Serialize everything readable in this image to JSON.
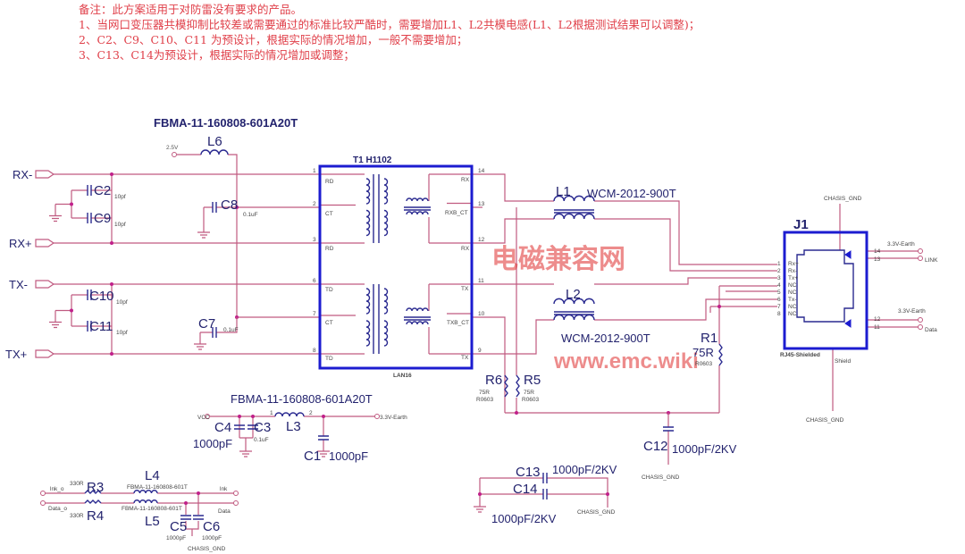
{
  "notes": [
    "备注：此方案适用于对防雷没有要求的产品。",
    "1、当网口变压器共模抑制比较差或需要通过的标准比较严酷时，需要增加L1、L2共模电感(L1、L2根据测试结果可以调整)；",
    "2、C2、C9、C10、C11 为预设计，根据实际的情况增加，一般不需要增加；",
    "3、C13、C14为预设计，根据实际的情况增加或调整；"
  ],
  "ports": {
    "rx_minus": "RX-",
    "rx_plus": "RX+",
    "tx_minus": "TX-",
    "tx_plus": "TX+"
  },
  "bead_part_top": "FBMA-11-160808-601A20T",
  "bead_part_mid": "FBMA-11-160808-601A20T",
  "l6": {
    "ref": "L6",
    "net": "2.5V"
  },
  "caps_left": [
    {
      "ref": "C2",
      "value": "10pf"
    },
    {
      "ref": "C9",
      "value": "10pf"
    },
    {
      "ref": "C10",
      "value": "10pf"
    },
    {
      "ref": "C11",
      "value": "10pf"
    },
    {
      "ref": "C8",
      "value": "0.1uF"
    },
    {
      "ref": "C7",
      "value": "0.1uF"
    }
  ],
  "t1": {
    "ref": "T1  H1102",
    "footprint": "LAN16",
    "left_pins": [
      {
        "num": "1",
        "name": "RD"
      },
      {
        "num": "2",
        "name": "CT"
      },
      {
        "num": "3",
        "name": "RD"
      },
      {
        "num": "6",
        "name": "TD"
      },
      {
        "num": "7",
        "name": "CT"
      },
      {
        "num": "8",
        "name": "TD"
      }
    ],
    "right_pins": [
      {
        "num": "14",
        "name": "RX"
      },
      {
        "num": "13",
        "name": "RXB_CT"
      },
      {
        "num": "12",
        "name": "RX"
      },
      {
        "num": "11",
        "name": "TX"
      },
      {
        "num": "10",
        "name": "TXB_CT"
      },
      {
        "num": "9",
        "name": "TX"
      }
    ]
  },
  "l1": {
    "ref": "L1",
    "part": "WCM-2012-900T"
  },
  "l2": {
    "ref": "L2",
    "part": "WCM-2012-900T"
  },
  "r1": {
    "ref": "R1",
    "value": "75R",
    "pkg": "R0603"
  },
  "r6": {
    "ref": "R6",
    "value": "75R",
    "pkg": "R0603"
  },
  "r5": {
    "ref": "R5",
    "value": "75R",
    "pkg": "R0603"
  },
  "j1": {
    "ref": "J1",
    "part": "RJ45-Shielded",
    "shield": "Shield",
    "pins": [
      {
        "num": "1",
        "name": "Rx+"
      },
      {
        "num": "2",
        "name": "Rx-"
      },
      {
        "num": "3",
        "name": "Tx+"
      },
      {
        "num": "4",
        "name": "NC"
      },
      {
        "num": "5",
        "name": "NC"
      },
      {
        "num": "6",
        "name": "Tx-"
      },
      {
        "num": "7",
        "name": "NC"
      },
      {
        "num": "8",
        "name": "NC"
      }
    ],
    "led_top": {
      "pin_a": "14",
      "pin_b": "13",
      "net": "3.3V-Earth",
      "signal": "LINK"
    },
    "led_bot": {
      "pin_a": "12",
      "pin_b": "11",
      "net": "3.3V-Earth",
      "signal": "Data"
    }
  },
  "chassis_gnd": "CHASIS_GND",
  "c12": {
    "ref": "C12",
    "value": "1000pF/2KV"
  },
  "c13": {
    "ref": "C13",
    "value": "1000pF/2KV"
  },
  "c14": {
    "ref": "C14",
    "value": "1000pF/2KV"
  },
  "power": {
    "vcc": "VCC",
    "out": "3.3V-Earth",
    "c4": {
      "ref": "C4",
      "value": "1000pF"
    },
    "c3": {
      "ref": "C3",
      "value": "0.1uF"
    },
    "l3": {
      "ref": "L3",
      "pin1": "1",
      "pin2": "2"
    },
    "c1": {
      "ref": "C1",
      "value": "1000pF"
    }
  },
  "led_filter": {
    "in_link": "lnk_o",
    "in_data": "Data_o",
    "out_link": "lnk",
    "out_data": "Data",
    "r3": {
      "ref": "R3",
      "value": "330R"
    },
    "r4": {
      "ref": "R4",
      "value": "330R"
    },
    "l4": {
      "ref": "L4",
      "part": "FBMA-11-160808-601T"
    },
    "l5": {
      "ref": "L5",
      "part": "FBMA-11-160808-601T"
    },
    "c5": {
      "ref": "C5",
      "value": "1000pF"
    },
    "c6": {
      "ref": "C6",
      "value": "1000pF"
    }
  },
  "watermark": {
    "cn": "电磁兼容网",
    "url": "www.emc.wiki"
  }
}
